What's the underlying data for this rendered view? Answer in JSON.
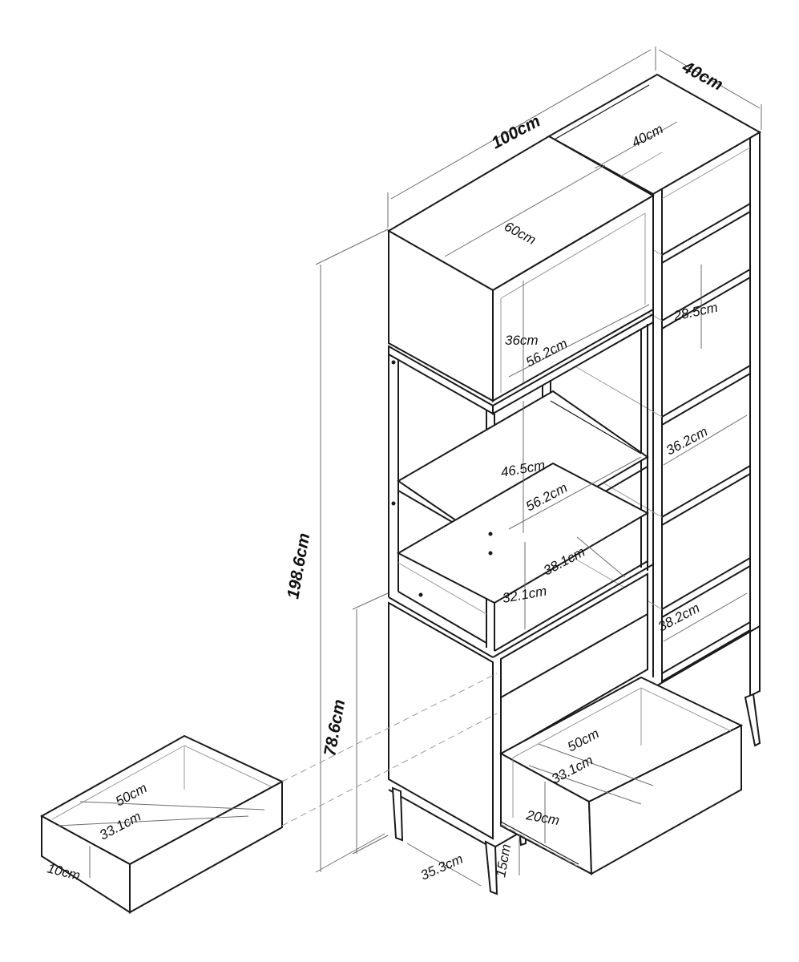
{
  "dimensions": {
    "overall_width": "100cm",
    "overall_depth": "40cm",
    "overall_height": "198.6cm",
    "lower_height": "78.6cm",
    "top_module_width": "60cm",
    "right_depth": "40cm",
    "top_compartment_height": "36cm",
    "top_compartment_width": "56.2cm",
    "middle_compartment_height": "46.5cm",
    "middle_compartment_width": "56.2cm",
    "lower_open_height": "32.1cm",
    "lower_open_width": "38.1cm",
    "right_shelf_height": "28.5cm",
    "right_shelf_width_1": "36.2cm",
    "right_shelf_width_2": "38.2cm",
    "drawer_width": "50cm",
    "drawer_depth": "33.1cm",
    "drawer_height": "20cm",
    "leg_height": "15cm",
    "leg_depth": "35.3cm",
    "detached_drawer_width": "50cm",
    "detached_drawer_depth": "33.1cm",
    "detached_drawer_height": "10cm"
  }
}
